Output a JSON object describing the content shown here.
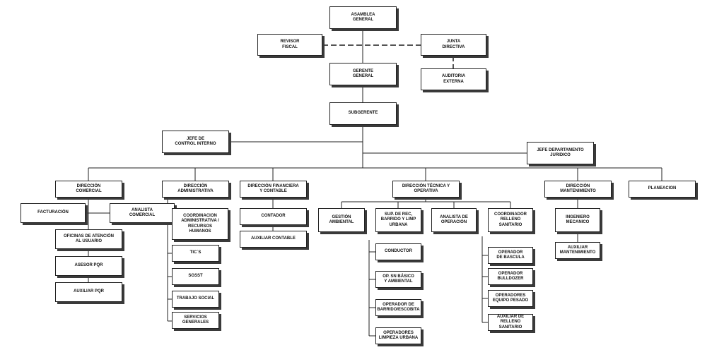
{
  "nodes": [
    {
      "id": "asamblea",
      "label": "ASAMBLEA\nGENERAL"
    },
    {
      "id": "revisor",
      "label": "REVISOR\nFISCAL"
    },
    {
      "id": "junta",
      "label": "JUNTA\nDIRECTIVA"
    },
    {
      "id": "gerente",
      "label": "GERENTE\nGENERAL"
    },
    {
      "id": "auditoria",
      "label": "AUDITORIA\nEXTERNA"
    },
    {
      "id": "subgerente",
      "label": "SUBGERENTE"
    },
    {
      "id": "control",
      "label": "JEFE DE\nCONTROL INTERNO"
    },
    {
      "id": "juridico",
      "label": "JEFE DEPARTAMENTO\nJURIDICO"
    },
    {
      "id": "dcomercial",
      "label": "DIRECCIÓN\nCOMERCIAL"
    },
    {
      "id": "dadmin",
      "label": "DIRECCIÓN\nADMINISTRATIVA"
    },
    {
      "id": "dfinanciera",
      "label": "DIRECCIÓN FINANCIERA\nY CONTABLE"
    },
    {
      "id": "dtecnica",
      "label": "DIRECCIÓN TÉCNICA Y\nOPERATIVA"
    },
    {
      "id": "dmant",
      "label": "DIRECCIÓN\nMANTENIMIENTO"
    },
    {
      "id": "planeacion",
      "label": "PLANEACION"
    },
    {
      "id": "facturacion",
      "label": "FACTURACIÓN"
    },
    {
      "id": "analista_com",
      "label": "ANALISTA\nCOMERCIAL"
    },
    {
      "id": "oficinas",
      "label": "OFICINAS DE ATENCIÓN\nAL USUARIO"
    },
    {
      "id": "asesor",
      "label": "ASESOR PQR"
    },
    {
      "id": "auxpqr",
      "label": "AUXILIAR PQR"
    },
    {
      "id": "coord_adm",
      "label": "COORDINACION\nADMINISTRATIVA /\nRECURSOS\nHUMANOS"
    },
    {
      "id": "tics",
      "label": "TIC´S"
    },
    {
      "id": "sgsst",
      "label": "SGSST"
    },
    {
      "id": "trabajo",
      "label": "TRABAJO SOCIAL"
    },
    {
      "id": "servicios",
      "label": "SERVICIOS\nGENERALES"
    },
    {
      "id": "contador",
      "label": "CONTADOR"
    },
    {
      "id": "auxcont",
      "label": "AUXILIAR CONTABLE"
    },
    {
      "id": "gestion",
      "label": "GESTIÓN\nAMBIENTAL"
    },
    {
      "id": "sup",
      "label": "SUP. DE REC,\nBARRIDO Y LIMP\nURBANA"
    },
    {
      "id": "analista_op",
      "label": "ANALISTA DE\nOPERACIÓN"
    },
    {
      "id": "coord_rell",
      "label": "COORDINADOR\nRELLENO SANITARIO"
    },
    {
      "id": "conductor",
      "label": "CONDUCTOR"
    },
    {
      "id": "opsn",
      "label": "OP. SN BÁSICO\nY AMBIENTAL"
    },
    {
      "id": "opbarrido",
      "label": "OPERADOR DE\nBARRIDO/ESCOBITA"
    },
    {
      "id": "oplimpieza",
      "label": "OPERADORES\nLIMPIEZA URBANA"
    },
    {
      "id": "opbascula",
      "label": "OPERADOR\nDE BASCULA"
    },
    {
      "id": "opbulldozer",
      "label": "OPERADOR\nBULLDOZER"
    },
    {
      "id": "opequipo",
      "label": "OPERADORES\nEQUIPO PESADO"
    },
    {
      "id": "auxrelleno",
      "label": "AUXILIAR DE\nRELLENO SANITARIO"
    },
    {
      "id": "ingeniero",
      "label": "INGENIERO\nMECANICO"
    },
    {
      "id": "auxmant",
      "label": "AUXILIAR\nMANTENIMIENTO"
    }
  ]
}
